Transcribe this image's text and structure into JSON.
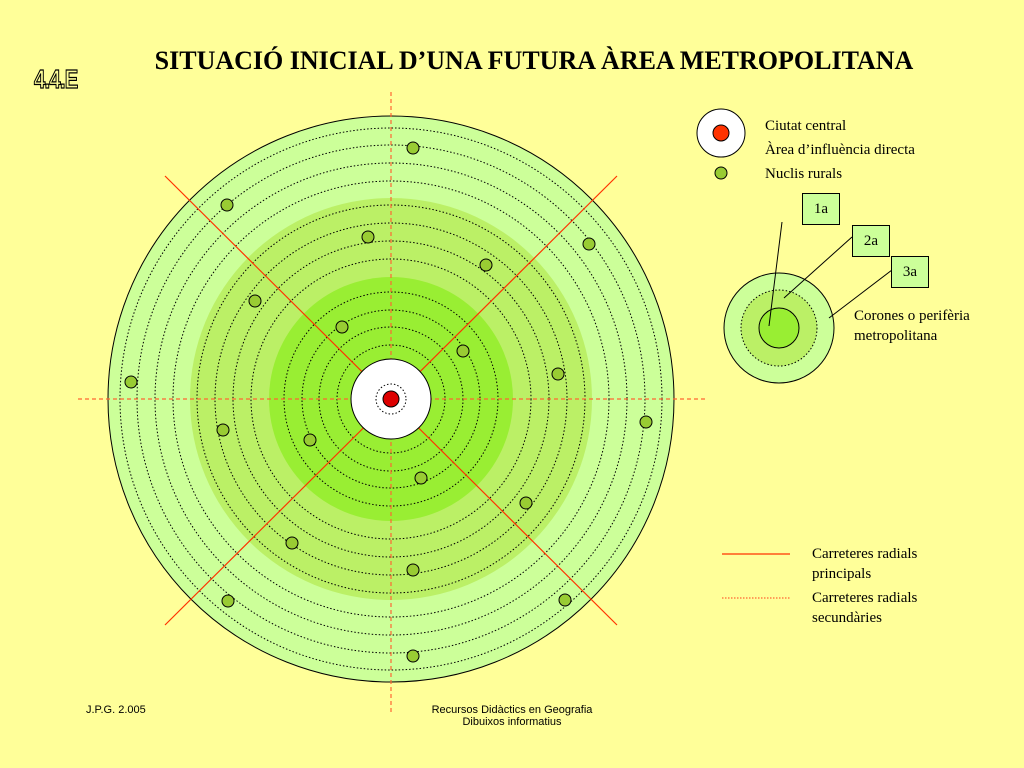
{
  "slide": {
    "number": "4.4.E",
    "title": "SITUACIÓ INICIAL D’UNA FUTURA ÀREA METROPOLITANA"
  },
  "legend": {
    "central_city": "Ciutat central",
    "direct_influence": "Àrea d’influència directa",
    "rural_nuclei": "Nuclis rurals",
    "crowns": {
      "first": "1a",
      "second": "2a",
      "third": "3a",
      "caption_line1": "Corones o perifèria",
      "caption_line2": "metropolitana"
    },
    "main_roads_line1": "Carreteres radials",
    "main_roads_line2": "principals",
    "secondary_roads_line1": "Carreteres radials",
    "secondary_roads_line2": "secundàries"
  },
  "footer": {
    "author": "J.P.G. 2.005",
    "source_line1": "Recursos Didàctics en Geografia",
    "source_line2": "Dibuixos informatius"
  },
  "colors": {
    "background": "#FFFF99",
    "crown_1": "#99EE33",
    "crown_2": "#BBF066",
    "crown_3": "#CCFF99",
    "central_city": "#DD0000",
    "rural_nucleus": "#99CC33",
    "main_road": "#FF3300",
    "secondary_road": "#FF6633"
  }
}
